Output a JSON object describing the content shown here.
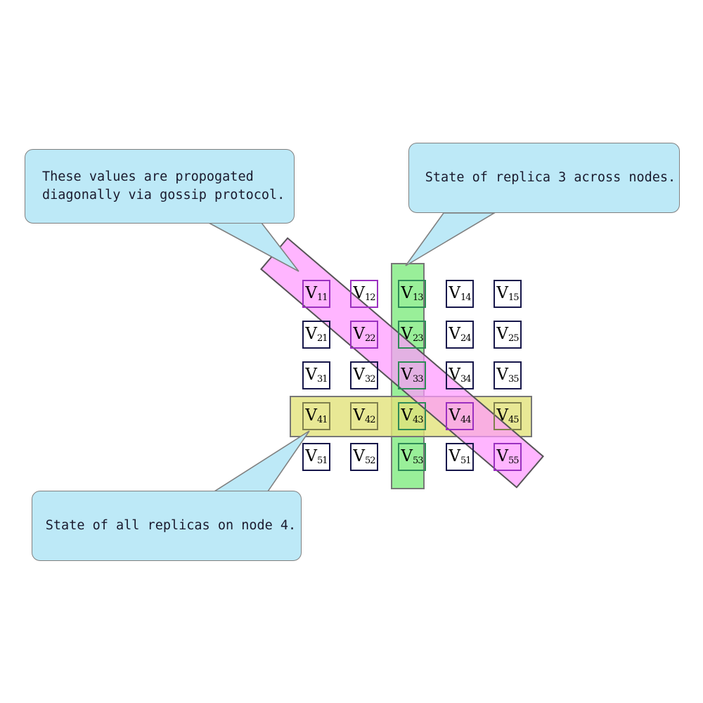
{
  "diagram": {
    "title": "Replica state grid with gossip propagation",
    "colors": {
      "callout_fill": "#bde9f7",
      "callout_stroke": "#808080",
      "column_band": "#90ee90",
      "row_band": "#e2e27a",
      "diagonal_band": "#ff99ff",
      "cell_stroke": "#16164a",
      "background": "#ffffff"
    }
  },
  "grid": {
    "rows": 5,
    "cols": 5,
    "cells": [
      [
        {
          "label": "V",
          "sub": "11",
          "hl": "pink"
        },
        {
          "label": "V",
          "sub": "12",
          "hl": "pink"
        },
        {
          "label": "V",
          "sub": "13",
          "hl": "green"
        },
        {
          "label": "V",
          "sub": "14",
          "hl": "none"
        },
        {
          "label": "V",
          "sub": "15",
          "hl": "none"
        }
      ],
      [
        {
          "label": "V",
          "sub": "21",
          "hl": "none"
        },
        {
          "label": "V",
          "sub": "22",
          "hl": "pink"
        },
        {
          "label": "V",
          "sub": "23",
          "hl": "green"
        },
        {
          "label": "V",
          "sub": "24",
          "hl": "none"
        },
        {
          "label": "V",
          "sub": "25",
          "hl": "none"
        }
      ],
      [
        {
          "label": "V",
          "sub": "31",
          "hl": "none"
        },
        {
          "label": "V",
          "sub": "32",
          "hl": "none"
        },
        {
          "label": "V",
          "sub": "33",
          "hl": "greenpink"
        },
        {
          "label": "V",
          "sub": "34",
          "hl": "none"
        },
        {
          "label": "V",
          "sub": "35",
          "hl": "none"
        }
      ],
      [
        {
          "label": "V",
          "sub": "41",
          "hl": "yellow"
        },
        {
          "label": "V",
          "sub": "42",
          "hl": "yellow"
        },
        {
          "label": "V",
          "sub": "43",
          "hl": "greenyellow"
        },
        {
          "label": "V",
          "sub": "44",
          "hl": "pinkyellow"
        },
        {
          "label": "V",
          "sub": "45",
          "hl": "yellow"
        }
      ],
      [
        {
          "label": "V",
          "sub": "51",
          "hl": "none"
        },
        {
          "label": "V",
          "sub": "52",
          "hl": "none"
        },
        {
          "label": "V",
          "sub": "53",
          "hl": "green"
        },
        {
          "label": "V",
          "sub": "51",
          "hl": "none"
        },
        {
          "label": "V",
          "sub": "55",
          "hl": "pink"
        }
      ]
    ]
  },
  "callouts": {
    "gossip": {
      "text": "These values are propogated\ndiagonally via gossip protocol.",
      "points_at": "diagonal-band"
    },
    "replica": {
      "text": "State of replica 3 across nodes.",
      "points_at": "column-band"
    },
    "node": {
      "text": "State of all replicas on node 4.",
      "points_at": "row-band"
    }
  }
}
